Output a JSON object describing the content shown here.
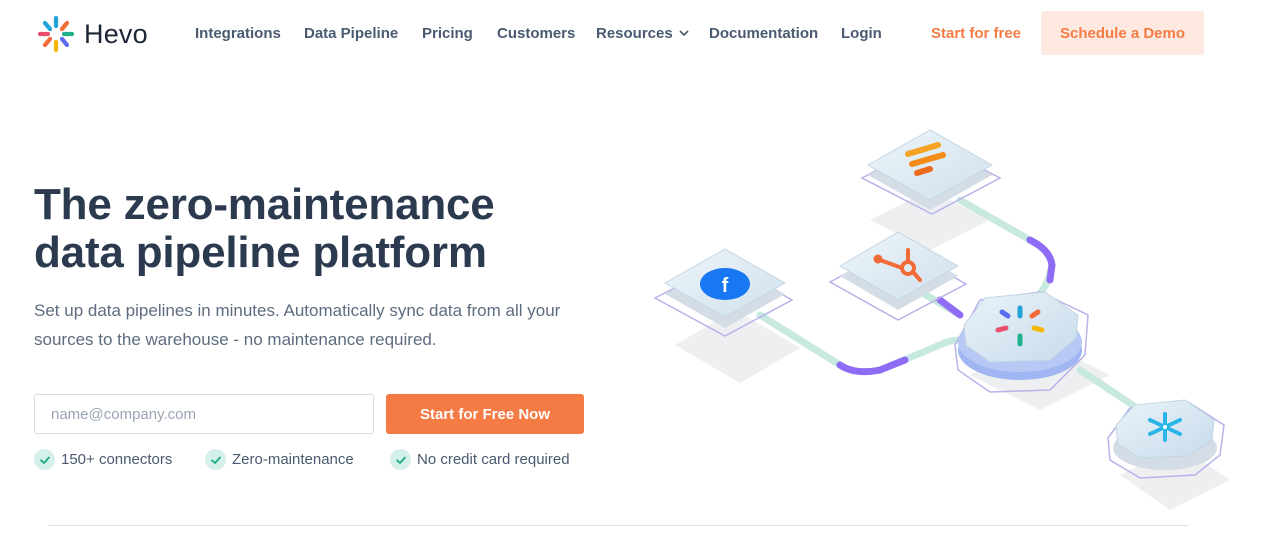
{
  "brand": {
    "name": "Hevo"
  },
  "nav": {
    "items": [
      "Integrations",
      "Data Pipeline",
      "Pricing",
      "Customers",
      "Resources",
      "Documentation",
      "Login"
    ],
    "start_free": "Start for free",
    "demo": "Schedule a Demo"
  },
  "hero": {
    "title_line1": "The zero-maintenance",
    "title_line2": "data pipeline platform",
    "subtitle_line1": "Set up data pipelines in minutes. Automatically sync data from all your",
    "subtitle_line2": "sources to the warehouse - no maintenance required.",
    "email_placeholder": "name@company.com",
    "email_value": "",
    "cta": "Start for Free Now",
    "features": [
      "150+ connectors",
      "Zero-maintenance",
      "No credit card required"
    ]
  },
  "illustration": {
    "sources": [
      "google-analytics-icon",
      "facebook-icon",
      "hubspot-icon"
    ],
    "hub": "hevo-icon",
    "destination": "snowflake-icon",
    "colors": {
      "accent": "#f47c44",
      "pipe": "#c8e9df",
      "pipe_active": "#8f6cf5",
      "tile": "#dbe9f3"
    }
  },
  "colors": {
    "heading": "#2c3a50",
    "accent": "#f47c44",
    "accent_soft": "#fde9e0",
    "check_bg": "#d5f0ea",
    "check": "#1aa985"
  }
}
